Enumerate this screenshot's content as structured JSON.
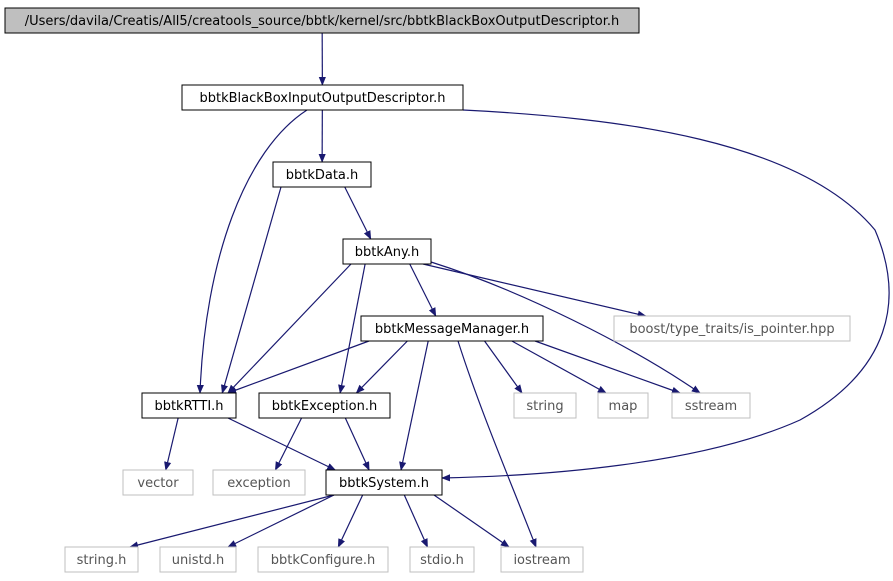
{
  "nodes": [
    {
      "id": "root",
      "label": "/Users/davila/Creatis/All5/creatools_source/bbtk/kernel/src/bbtkBlackBoxOutputDescriptor.h",
      "style": "root"
    },
    {
      "id": "iod",
      "label": "bbtkBlackBoxInputOutputDescriptor.h",
      "style": "local"
    },
    {
      "id": "data",
      "label": "bbtkData.h",
      "style": "local"
    },
    {
      "id": "any",
      "label": "bbtkAny.h",
      "style": "local"
    },
    {
      "id": "msg",
      "label": "bbtkMessageManager.h",
      "style": "local"
    },
    {
      "id": "boost",
      "label": "boost/type_traits/is_pointer.hpp",
      "style": "external"
    },
    {
      "id": "rtti",
      "label": "bbtkRTTI.h",
      "style": "local"
    },
    {
      "id": "exc",
      "label": "bbtkException.h",
      "style": "local"
    },
    {
      "id": "string",
      "label": "string",
      "style": "external"
    },
    {
      "id": "map",
      "label": "map",
      "style": "external"
    },
    {
      "id": "sstream",
      "label": "sstream",
      "style": "external"
    },
    {
      "id": "vector",
      "label": "vector",
      "style": "external"
    },
    {
      "id": "exception",
      "label": "exception",
      "style": "external"
    },
    {
      "id": "sys",
      "label": "bbtkSystem.h",
      "style": "local"
    },
    {
      "id": "stringh",
      "label": "string.h",
      "style": "external"
    },
    {
      "id": "unistd",
      "label": "unistd.h",
      "style": "external"
    },
    {
      "id": "conf",
      "label": "bbtkConfigure.h",
      "style": "external"
    },
    {
      "id": "stdio",
      "label": "stdio.h",
      "style": "external"
    },
    {
      "id": "iostream",
      "label": "iostream",
      "style": "external"
    }
  ],
  "edges": [
    [
      "root",
      "iod"
    ],
    [
      "iod",
      "data"
    ],
    [
      "iod",
      "rtti"
    ],
    [
      "iod",
      "sys"
    ],
    [
      "data",
      "any"
    ],
    [
      "data",
      "rtti"
    ],
    [
      "any",
      "msg"
    ],
    [
      "any",
      "boost"
    ],
    [
      "any",
      "rtti"
    ],
    [
      "any",
      "exc"
    ],
    [
      "any",
      "sstream"
    ],
    [
      "msg",
      "rtti"
    ],
    [
      "msg",
      "exc"
    ],
    [
      "msg",
      "sys"
    ],
    [
      "msg",
      "string"
    ],
    [
      "msg",
      "map"
    ],
    [
      "msg",
      "sstream"
    ],
    [
      "msg",
      "iostream"
    ],
    [
      "rtti",
      "vector"
    ],
    [
      "rtti",
      "sys"
    ],
    [
      "exc",
      "exception"
    ],
    [
      "exc",
      "sys"
    ],
    [
      "sys",
      "stringh"
    ],
    [
      "sys",
      "unistd"
    ],
    [
      "sys",
      "conf"
    ],
    [
      "sys",
      "stdio"
    ],
    [
      "sys",
      "iostream"
    ]
  ],
  "colors": {
    "edge": "#191970",
    "local_border": "#000000",
    "external_border": "#bfbfbf",
    "root_fill": "#bfbfbf",
    "text_local": "#000000",
    "text_external": "#555555"
  }
}
